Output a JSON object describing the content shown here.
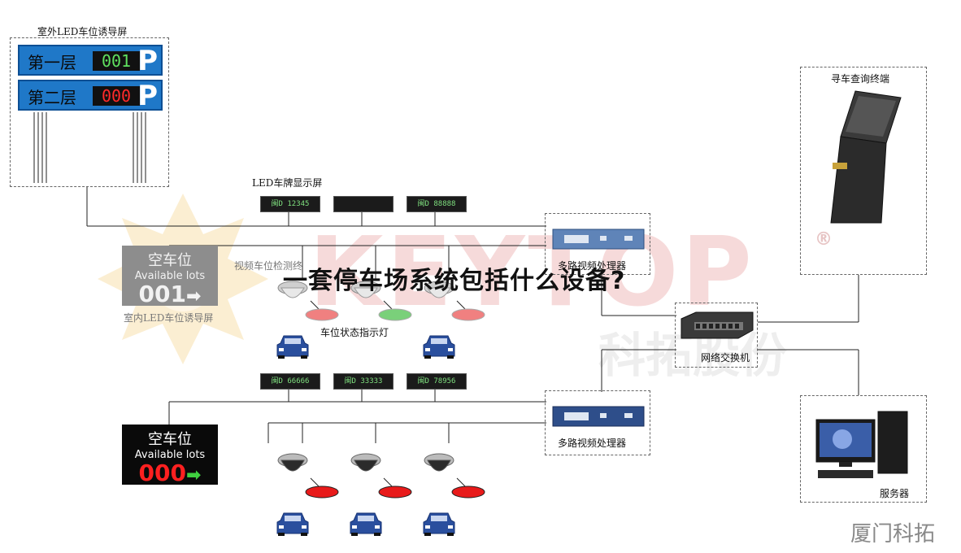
{
  "labels": {
    "outdoor_led_sign": "室外LED车位诱导屏",
    "led_plate_display": "LED车牌显示屏",
    "video_detector": "视频车位检测终",
    "indoor_led_sign": "室内LED车位诱导屏",
    "spot_indicator": "车位状态指示灯",
    "query_terminal": "寻车查询终端",
    "video_processor_top": "多路视频处理器",
    "network_switch": "网络交换机",
    "video_processor_bottom": "多路视频处理器",
    "server": "服务器"
  },
  "outdoor_sign": {
    "floors": [
      {
        "name": "第一层",
        "count": "001",
        "count_color": "#5fe05f",
        "p": "P"
      },
      {
        "name": "第二层",
        "count": "000",
        "count_color": "#ff2a2a",
        "p": "P"
      }
    ]
  },
  "plates_top": [
    "闽D 12345",
    "",
    "闽D 88888"
  ],
  "plates_bottom": [
    "闽D 66666",
    "闽D 33333",
    "闽D 78956"
  ],
  "indoor_sign_top": {
    "title": "空车位",
    "subtitle": "Available lots",
    "count": "001",
    "arrow": "➡"
  },
  "indoor_sign_bottom": {
    "title": "空车位",
    "subtitle": "Available lots",
    "count": "000",
    "arrow": "➡"
  },
  "headline": "一套停车场系统包括什么设备?",
  "watermark": {
    "latin": "KEYTOP",
    "cn": "科拓股份",
    "registered": "®"
  },
  "brand": "厦门科拓",
  "colors": {
    "sign_blue": "#1f78c8",
    "light_red": "#e81a1a",
    "light_green": "#5cc85c",
    "watermark": "#f6dada",
    "car_blue": "#2a4f9e"
  }
}
